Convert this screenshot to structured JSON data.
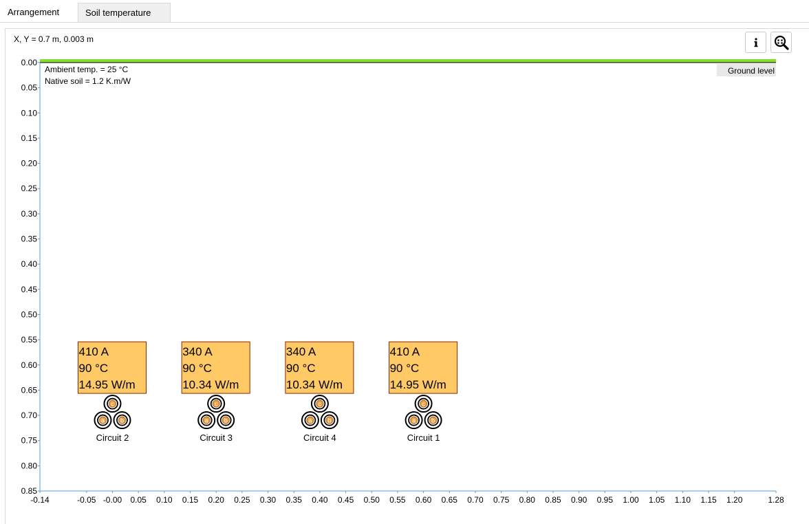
{
  "tabs": [
    {
      "label": "Arrangement",
      "active": true
    },
    {
      "label": "Soil temperature",
      "active": false
    }
  ],
  "coordinate_readout": "X, Y = 0.7 m, 0.003 m",
  "toolbar": {
    "info_icon": "info-icon",
    "zoom_icon": "zoom-icon"
  },
  "plot": {
    "ambient_label": "Ambient temp. = 25 °C",
    "soil_label": "Native soil = 1.2 K.m/W",
    "ground_label": "Ground level",
    "ground_color": "#88dd33",
    "axis_color": "#5b9bd5",
    "x_ticks": [
      "-0.14",
      "-0.05",
      "-0.00",
      "0.05",
      "0.10",
      "0.15",
      "0.20",
      "0.25",
      "0.30",
      "0.35",
      "0.40",
      "0.45",
      "0.50",
      "0.55",
      "0.60",
      "0.65",
      "0.70",
      "0.75",
      "0.80",
      "0.85",
      "0.90",
      "0.95",
      "1.00",
      "1.05",
      "1.10",
      "1.15",
      "1.20",
      "1.28"
    ],
    "y_ticks": [
      "0.00",
      "0.05",
      "0.10",
      "0.15",
      "0.20",
      "0.25",
      "0.30",
      "0.35",
      "0.40",
      "0.45",
      "0.50",
      "0.55",
      "0.60",
      "0.65",
      "0.70",
      "0.75",
      "0.80",
      "0.85"
    ],
    "circuits": [
      {
        "name": "Circuit 2",
        "current": "410 A",
        "temp": "90 °C",
        "loss": "14.95 W/m",
        "x": 0.0,
        "y": 0.7
      },
      {
        "name": "Circuit 3",
        "current": "340 A",
        "temp": "90 °C",
        "loss": "10.34 W/m",
        "x": 0.2,
        "y": 0.7
      },
      {
        "name": "Circuit 4",
        "current": "340 A",
        "temp": "90 °C",
        "loss": "10.34 W/m",
        "x": 0.4,
        "y": 0.7
      },
      {
        "name": "Circuit 1",
        "current": "410 A",
        "temp": "90 °C",
        "loss": "14.95 W/m",
        "x": 0.6,
        "y": 0.7
      }
    ],
    "phase_labels": [
      "c",
      "a",
      "b"
    ],
    "label_box_fill": "#ffc966",
    "label_box_border": "#8b2500",
    "conductor_fill": "#f0a040"
  }
}
